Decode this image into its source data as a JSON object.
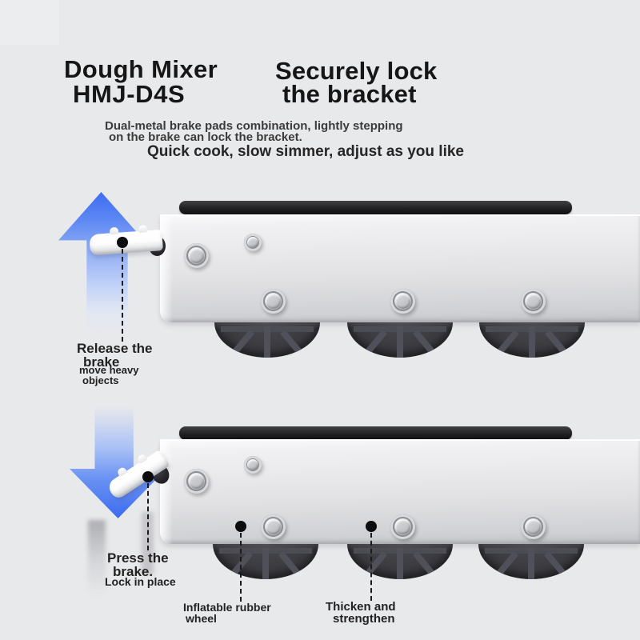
{
  "header": {
    "product_name_line1": "Dough Mixer",
    "product_name_line2": "HMJ-D4S",
    "headline_line1": "Securely lock",
    "headline_line2": "the bracket",
    "description_line1": "Dual-metal brake pads combination, lightly stepping",
    "description_line2": "on the brake can lock the bracket.",
    "tagline": "Quick cook, slow simmer, adjust as you like"
  },
  "callouts": {
    "release_brake": {
      "title_line1": "Release the",
      "title_line2": "brake",
      "subtitle_line1": "move heavy",
      "subtitle_line2": "objects"
    },
    "press_brake": {
      "title_line1": "Press the",
      "title_line2": "brake.",
      "subtitle": "Lock in place"
    },
    "inflatable_wheel": {
      "line1": "Inflatable rubber",
      "line2": "wheel"
    },
    "thicken_strengthen": {
      "line1": "Thicken and",
      "line2": "strengthen"
    }
  },
  "colors": {
    "arrow_blue": "#3c6cf0",
    "background": "#e8e9eb",
    "heading_text": "#161616",
    "label_text": "#222222",
    "rail_light": "#f1f1f3",
    "wheel_dark": "#3a3a3f"
  }
}
